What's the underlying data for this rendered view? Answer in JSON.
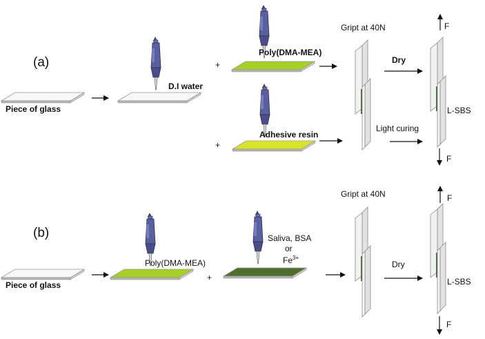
{
  "colors": {
    "glass_top": "#f7f7f7",
    "glass_side": "#9a9a9a",
    "polymer_light": "#a6d028",
    "resin_yellow": "#d6e42a",
    "polymer_dark": "#4e6e30",
    "pipette_body": "#5a5fa0",
    "arrow": "#111111"
  },
  "panel_a": {
    "label": "(a)",
    "glass_label": "Piece of glass",
    "water_label": "D.I water",
    "polymer_label": "Poly(DMA-MEA)",
    "resin_label": "Adhesive resin",
    "plus_top": "+",
    "plus_bottom": "+",
    "gript_label": "Gript at 40N",
    "dry_label": "Dry",
    "light_label": "Light curing",
    "test_label": "L-SBS",
    "force_top": "F",
    "force_bottom": "F"
  },
  "panel_b": {
    "label": "(b)",
    "glass_label": "Piece of glass",
    "polymer_label": "Poly(DMA-MEA)",
    "plus": "+",
    "contam_line1": "Saliva, BSA",
    "contam_line2": "or",
    "contam_line3_base": "Fe",
    "contam_line3_sup": "3+",
    "gript_label": "Gript at 40N",
    "dry_label": "Dry",
    "test_label": "L-SBS",
    "force_top": "F",
    "force_bottom": "F"
  }
}
